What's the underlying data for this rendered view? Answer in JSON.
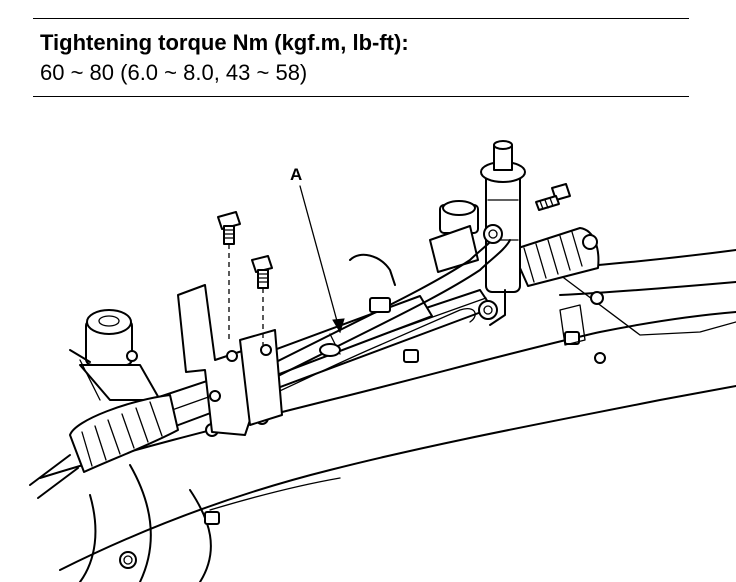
{
  "spec": {
    "title": "Tightening torque Nm (kgf.m, lb-ft):",
    "value": "60 ~ 80 (6.0 ~ 8.0, 43 ~ 58)"
  },
  "diagram": {
    "callout_label": "A"
  }
}
